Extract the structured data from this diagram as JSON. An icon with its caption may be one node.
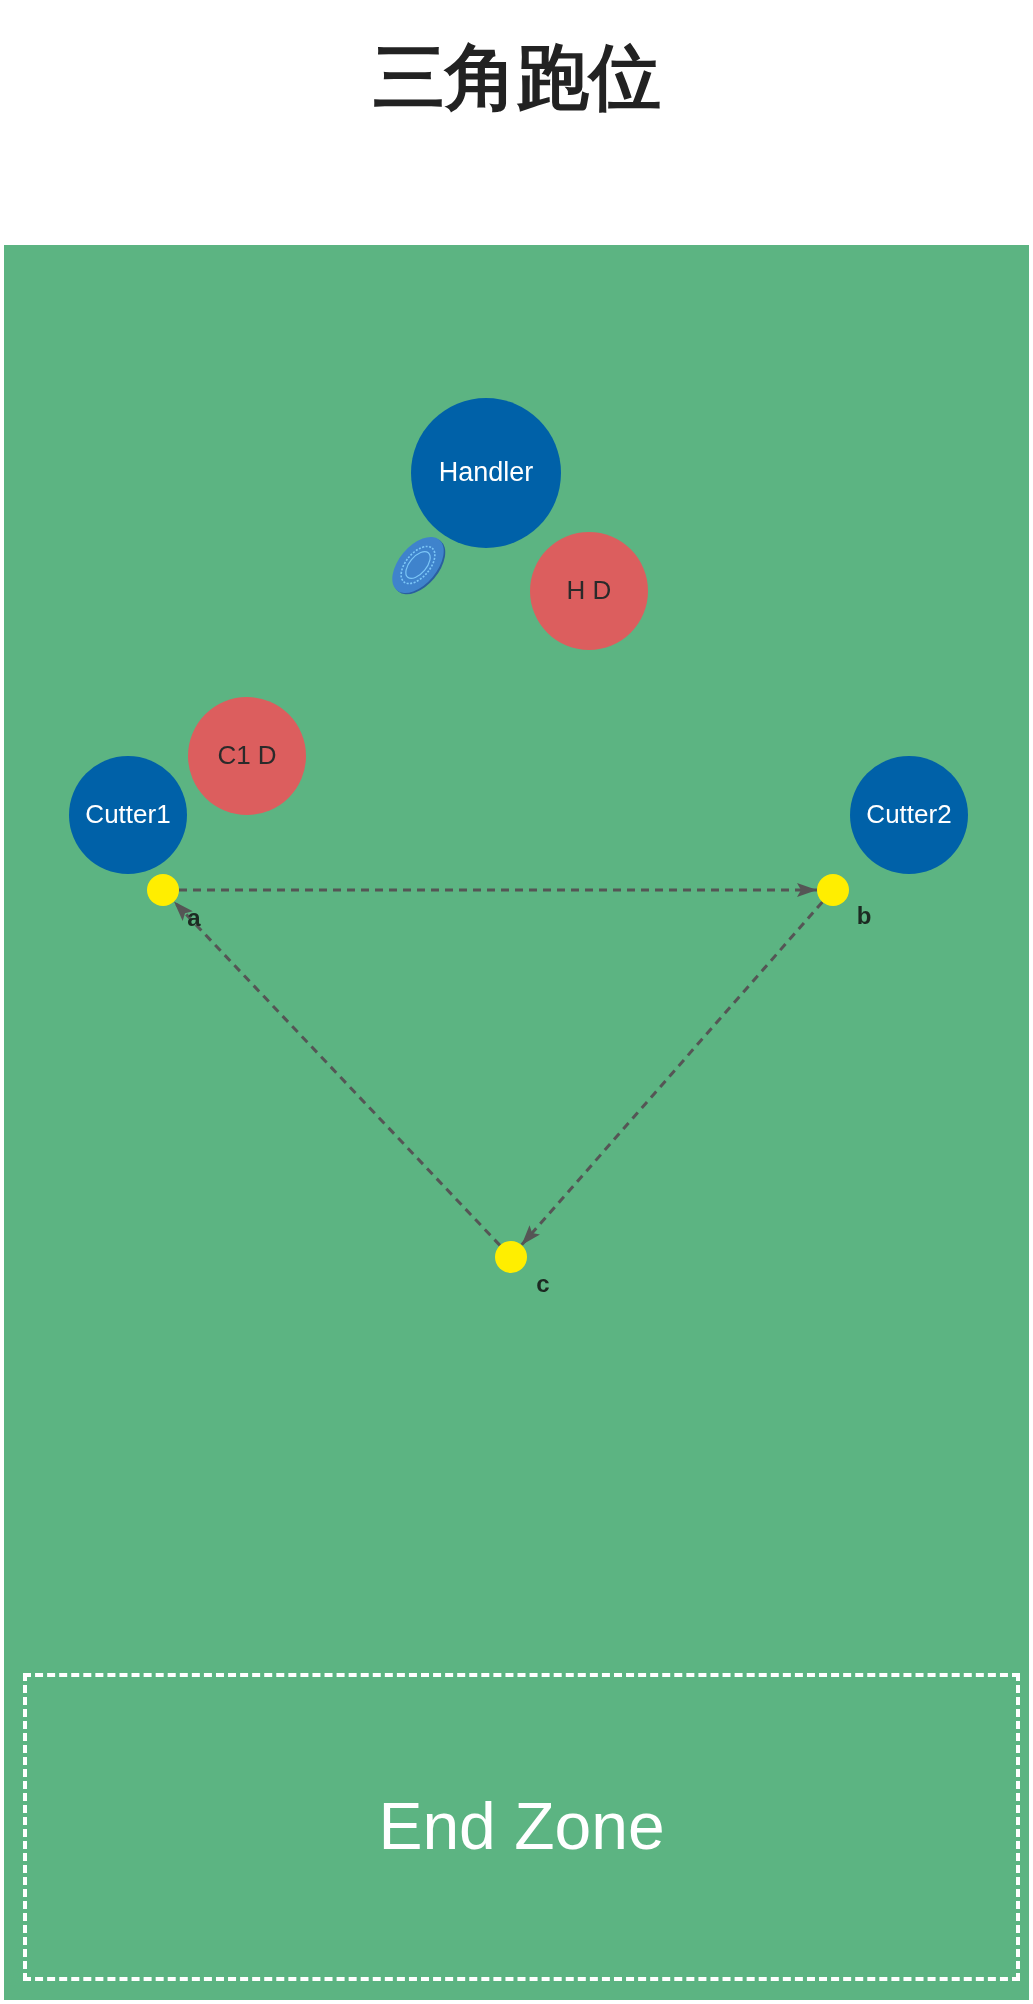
{
  "diagram": {
    "title": "三角跑位",
    "nodes": [
      {
        "text": [
          "Handler"
        ]
      },
      {
        "text": [
          "H D"
        ]
      },
      {
        "text": [
          "C1 D"
        ]
      },
      {
        "text": [
          "Cutter1"
        ]
      },
      {
        "text": [
          "Cutter2"
        ]
      },
      {
        "text": [],
        "shape": "circle",
        "beside": [
          "a"
        ]
      },
      {
        "text": [],
        "shape": "circle",
        "beside": [
          "b"
        ]
      },
      {
        "text": [],
        "shape": "circle",
        "beside": [
          "c"
        ]
      },
      {
        "text": [
          "End Zone"
        ]
      }
    ],
    "edges": [
      {
        "from": 5,
        "to": 6,
        "arrow": "to",
        "style": "dashed"
      },
      {
        "from": 6,
        "to": 7,
        "arrow": "to",
        "style": "dashed"
      },
      {
        "from": 7,
        "to": 5,
        "arrow": "to",
        "style": "dashed"
      }
    ]
  }
}
